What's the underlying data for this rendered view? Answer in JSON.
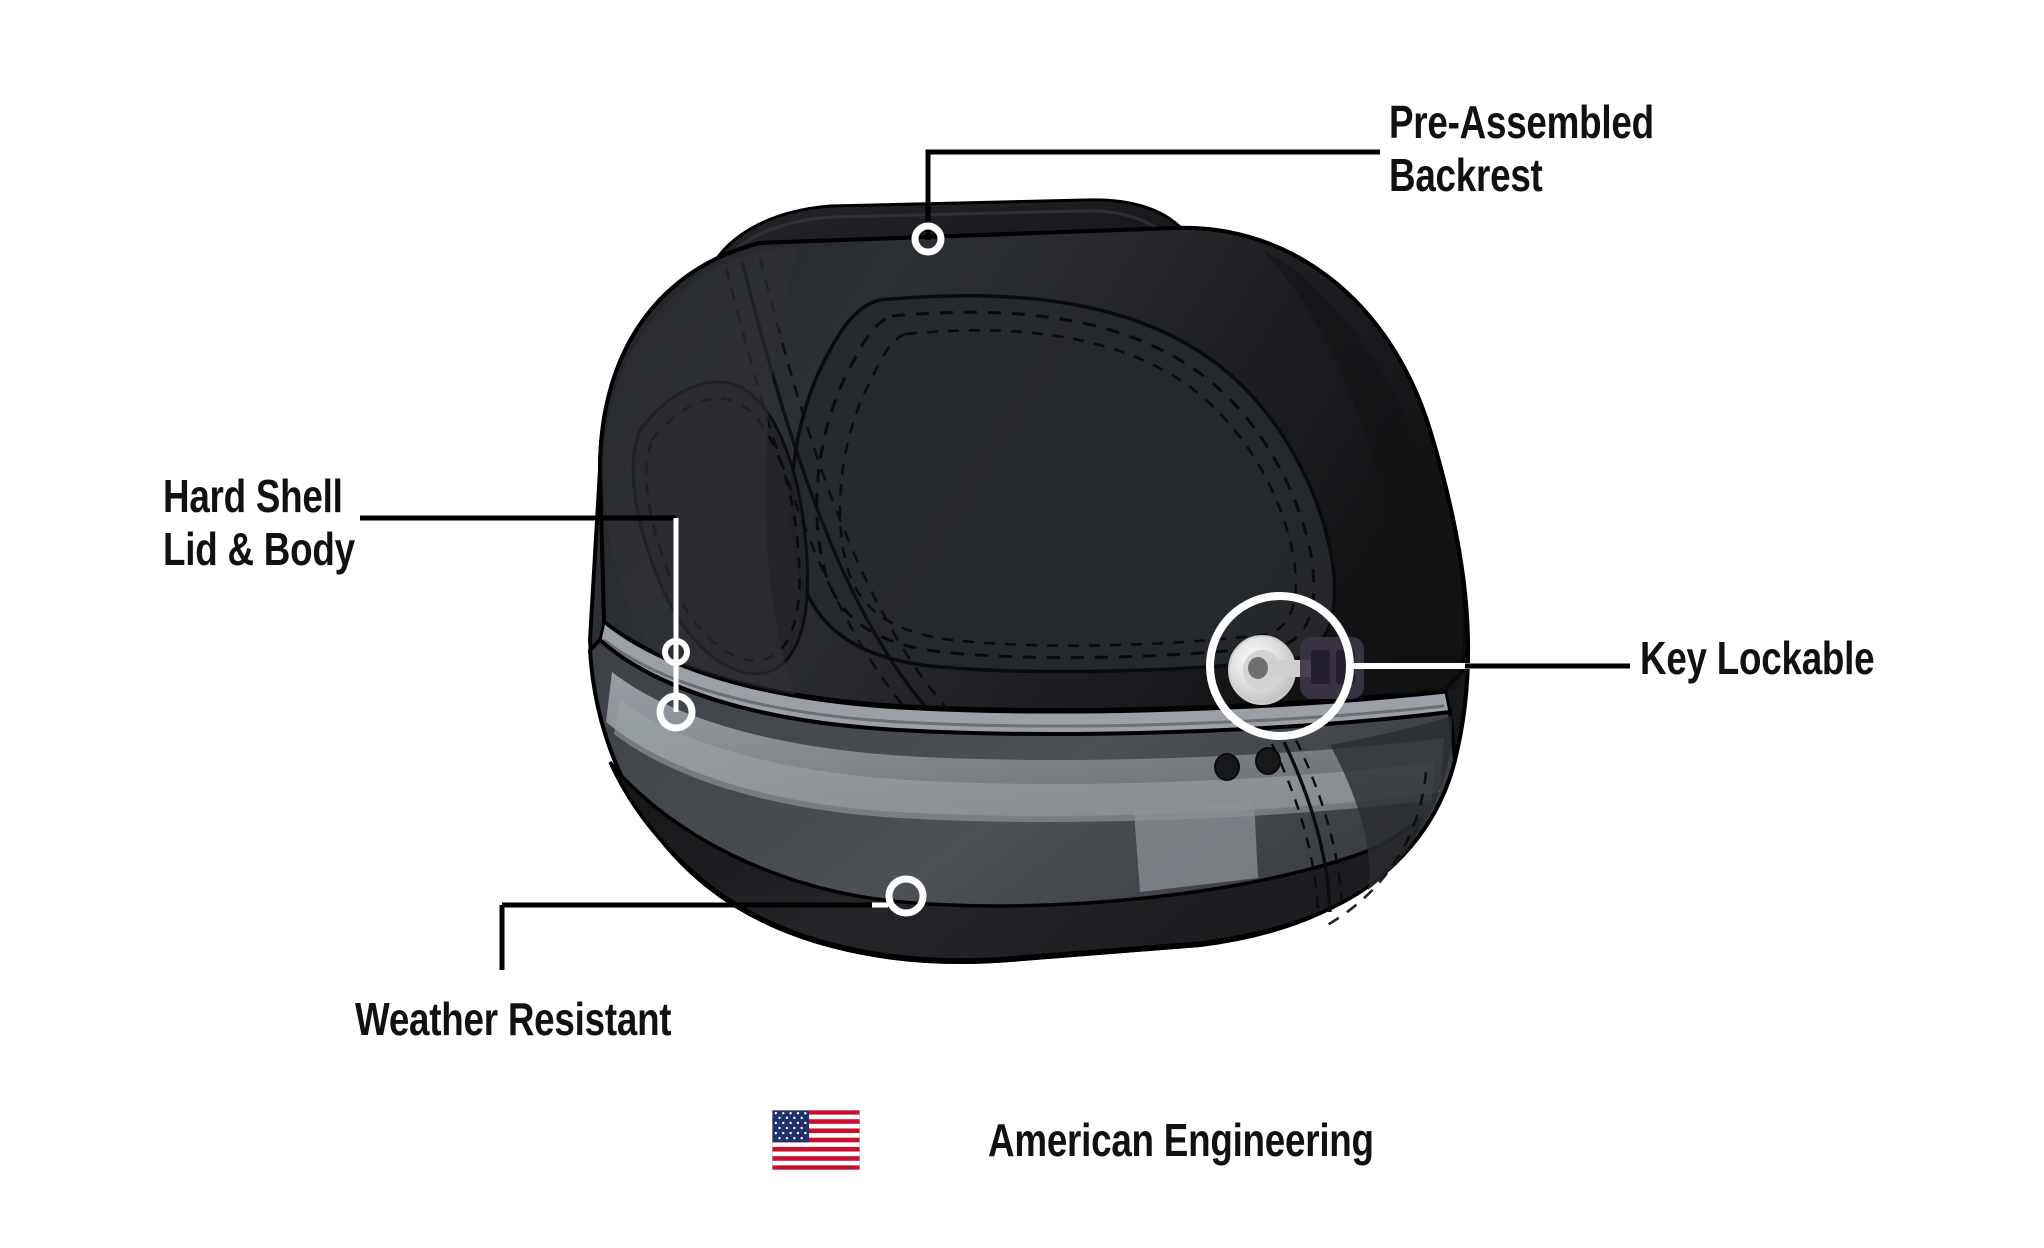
{
  "product": {
    "type": "motorcycle-hard-saddlebag-trunk",
    "colors": {
      "background": "#ffffff",
      "shell_black": "#1b1c1e",
      "shell_black_light": "#2b2d30",
      "shell_highlight": "#3a3d41",
      "lid_top_black": "#111214",
      "body_gray_light": "#8e9297",
      "body_gray_mid": "#74787d",
      "body_gray_dark": "#4e5156",
      "base_dark": "#232528",
      "outline": "#000000",
      "callout_white": "#ffffff",
      "leader_black": "#000000",
      "lock_silver": "#e6e6e6",
      "lock_key": "#3c3546"
    }
  },
  "callouts": [
    {
      "id": "backrest",
      "label": "Pre-Assembled\nBackrest",
      "marker": "circle",
      "leader": "vertical-then-horizontal"
    },
    {
      "id": "hard-shell",
      "label": "Hard Shell\nLid & Body",
      "marker": "double-circle",
      "leader": "horizontal-then-vertical"
    },
    {
      "id": "key-lockable",
      "label": "Key Lockable",
      "marker": "ring-around-lock",
      "leader": "horizontal"
    },
    {
      "id": "weather-resistant",
      "label": "Weather Resistant",
      "marker": "circle",
      "leader": "horizontal-then-vertical"
    }
  ],
  "badge": {
    "icon": "us-flag-icon",
    "text": "American Engineering"
  }
}
